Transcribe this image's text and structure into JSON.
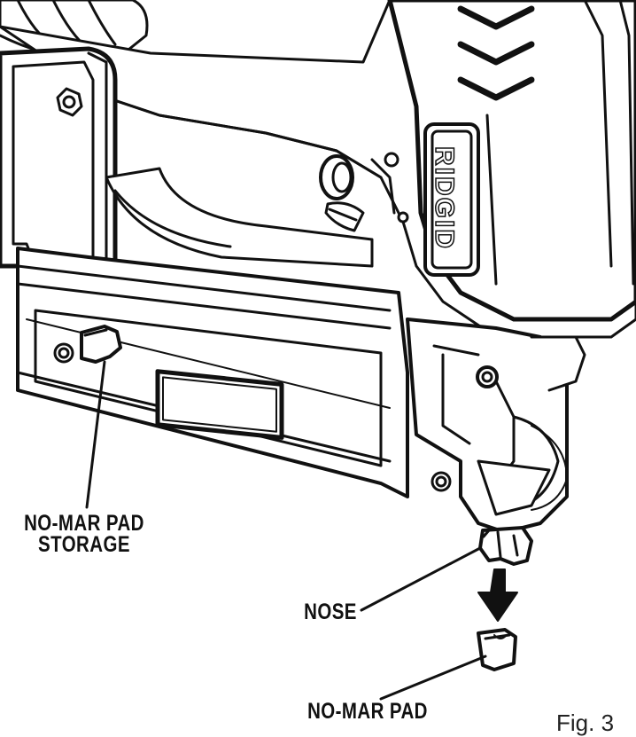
{
  "labels": {
    "storage_line1": "NO-MAR PAD",
    "storage_line2": "STORAGE",
    "nose": "NOSE",
    "pad": "NO-MAR PAD",
    "figure": "Fig. 3"
  },
  "brand_text": "RIDGID",
  "colors": {
    "ink": "#111111",
    "background": "#ffffff"
  }
}
